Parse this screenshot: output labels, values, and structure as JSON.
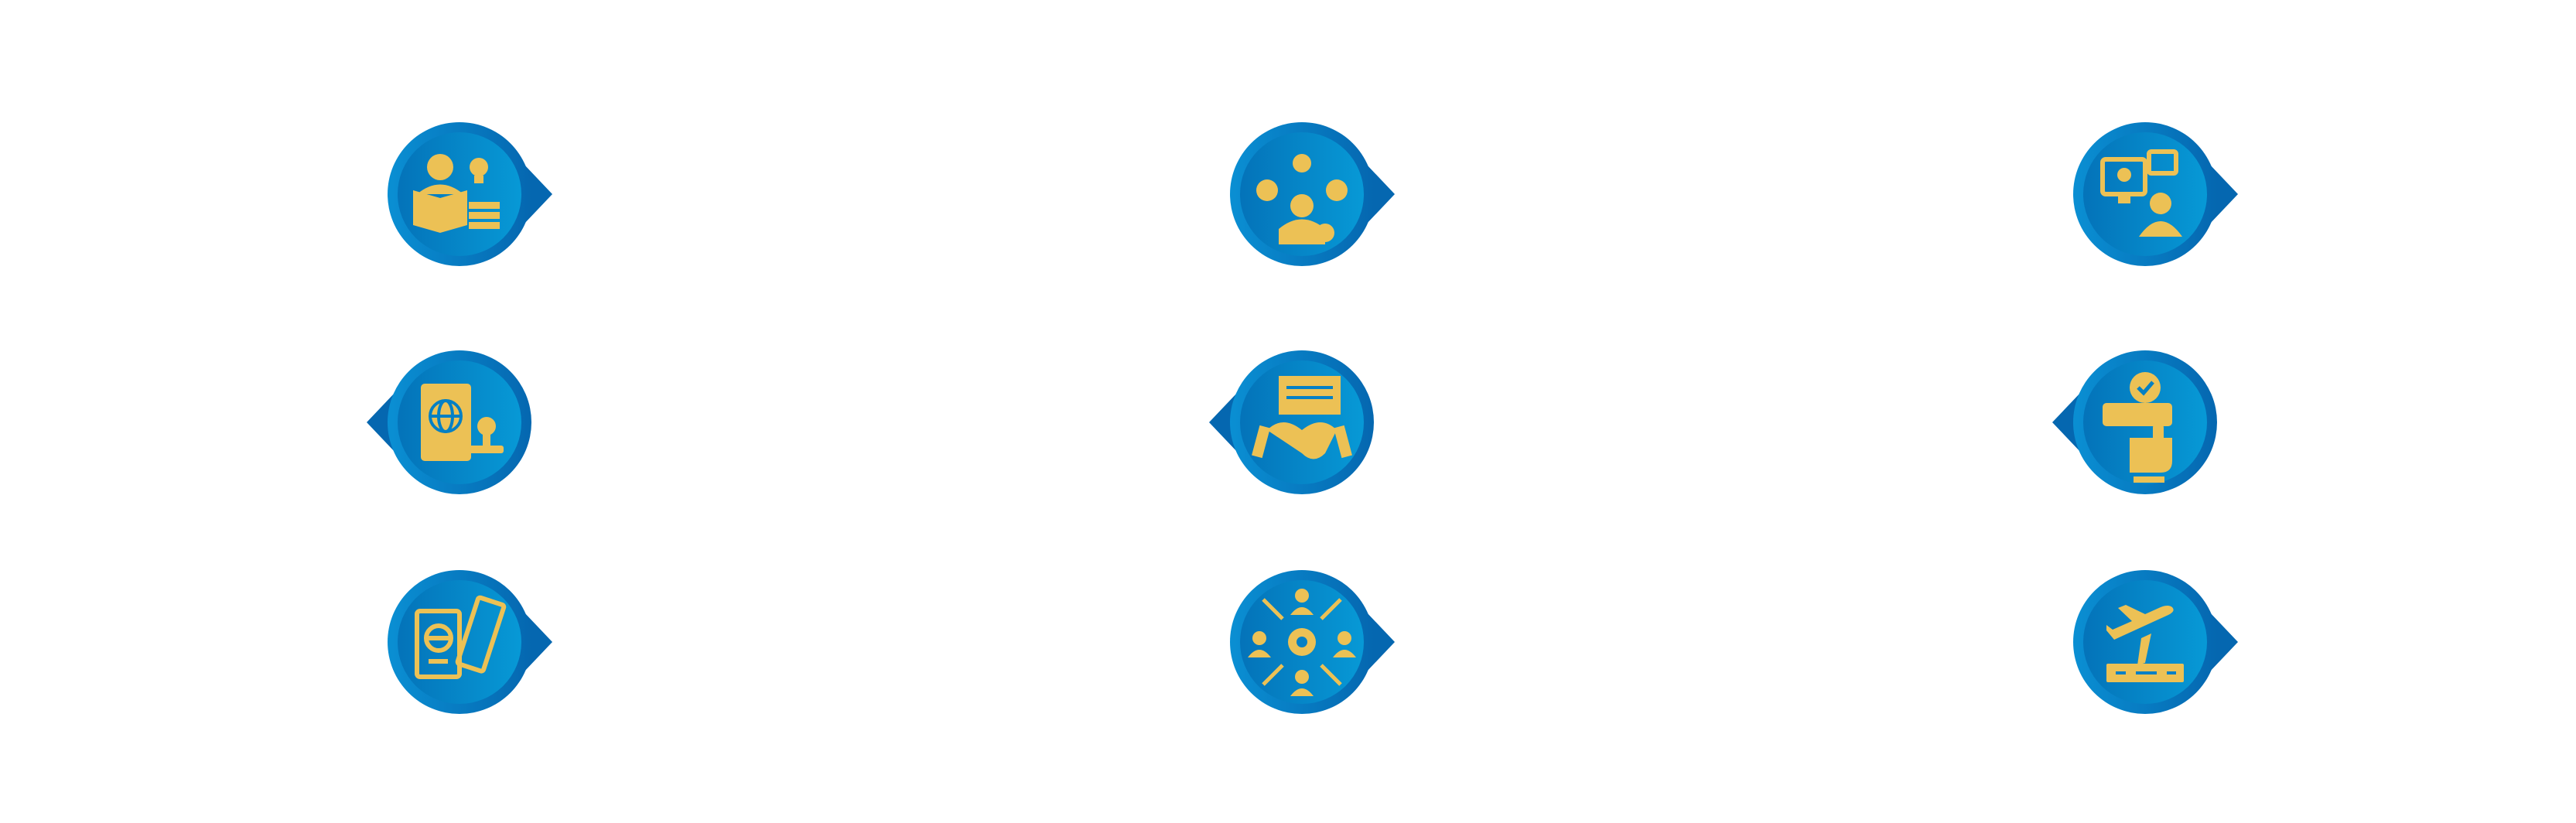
{
  "colors": {
    "ring_dark": "#0567b0",
    "ring_light": "#0a8fd3",
    "inner_dark": "#0473b9",
    "inner_light": "#0799d6",
    "icon": "#ecc155",
    "background": "#ffffff"
  },
  "badges": [
    {
      "icon": "student-reading-idea-icon",
      "pointer": "right"
    },
    {
      "icon": "person-skills-gears-icon",
      "pointer": "right"
    },
    {
      "icon": "online-consultation-icon",
      "pointer": "right"
    },
    {
      "icon": "passport-stamp-icon",
      "pointer": "left"
    },
    {
      "icon": "agreement-handshake-icon",
      "pointer": "left"
    },
    {
      "icon": "touch-approval-icon",
      "pointer": "left"
    },
    {
      "icon": "passport-ticket-icon",
      "pointer": "right"
    },
    {
      "icon": "network-collaboration-icon",
      "pointer": "right"
    },
    {
      "icon": "airplane-takeoff-icon",
      "pointer": "right"
    }
  ]
}
